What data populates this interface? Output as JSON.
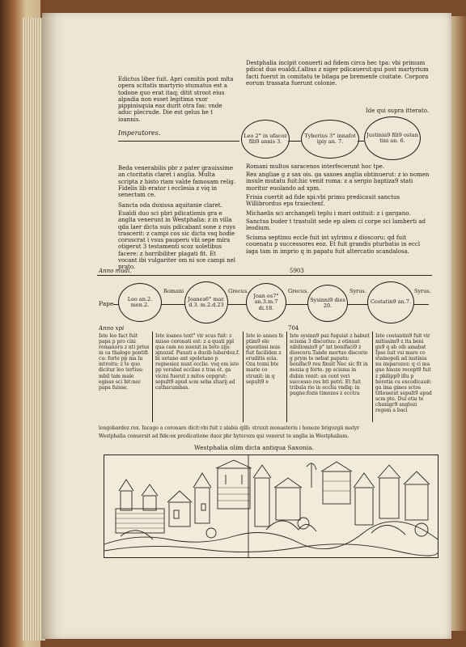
{
  "top_left": {
    "para": "Edictus liber fuit. Apri comitis post mlta opera scitatis martyrio stumatus est a todone quo erat itaq; ditit stroot eius alpadia non esset legitima vxor pippinisquia eaz durit otra fas: vnde aduc plecrude. Die est gelus he t ioannis.",
    "label": "Imperatores."
  },
  "top_right": {
    "para": "Destphalia incipit conuerti ad fidem circa hec tpa: vbi primum pdicat duo eualdi.f.albus z niger pdicauerut:qui post martyrium facti fuerut in comitatu te bilaga pe bremenfe ciuitate. Corpora eorum trassata fuerunt colonie.",
    "note": "Ide qui supra itterato."
  },
  "top_medals": [
    {
      "text": "Leo 2° in ufacoz fili9 annis 3."
    },
    {
      "text": "Tyberius 3° innafot ipiy an. 7."
    },
    {
      "text": "Justinia9 fili9 ostan tini an. 6."
    }
  ],
  "mid_left": {
    "p1": "Beda venerabilis pbr z pater grauissime an ctoritatis claret i anglia. Multa scripta z histo riam valde famosam relig. Fidelis lib erator i ecclesia z viq in senectam ce.",
    "p2": "Sancta oda duxissa aquitanie claret.",
    "p3": "Eualdi duo sci pbri pdicationis gra e anglia venerunt in Westphalia: z in villa qda laer dicta suis pdicabant sone z ruys trascerit: z campi cos sic dicta vsq hodie coruscrat i vsus pauperu vbi sepe mira otigerut 3 testamenti scoz uoletibus facere: z horribiliter plagati fit. Et vocant ibi vulgariter om ni sce campi nel prato."
  },
  "mid_right": {
    "p1": "Romani multos saracenos interfecerunt hoc tpe.",
    "p2": "Rex angliae g z sax ois. ga saxoes anglia obtinuerut: z io nomen insule mutatu fuit:hic venit roma: z a sergio baptiza9 stati moritur euolando ad xpm.",
    "p3": "Frisia cuertit ad fide xpi:vbi primu predicauit sanctus Willibrordus eps traiectenf.",
    "p4": "Michaelis sci archangeli teplu i mari ostituit: z i gargano.",
    "p5": "Sanctus buder t trastulit sede ep alem ci corpe sci lamberti ad leodium.",
    "p6": "Scisma septimu eccle fuit int sylrimu z dioscoru: qd fuit couenatu p successores eoz. Et fuit grandis pturbatio in eccl iaga tam in imprio q in papatu fuit altercatio scandalosa."
  },
  "year_band": {
    "left": "Anno mudi.",
    "year": "5903"
  },
  "pope_label": "Pape",
  "popes": [
    {
      "text": "Leo an.2. men.2."
    },
    {
      "text": "Joanes6° mar. d.3. m.2.d.23"
    },
    {
      "text": "Joan es7° an.3.m.7 di.18."
    },
    {
      "text": "Sysinni9 dies 20."
    },
    {
      "text": "Costatin9 an.7."
    }
  ],
  "pope_between": [
    "Romani",
    "Grecus.",
    "Grecus.",
    "Syrus.",
    "Syrus."
  ],
  "anno_xpi": "Anno xpi",
  "anno_xpi_year": "704",
  "cols": [
    "Iste leo fact fuit papa p pro cini romanoru z nti prius in ca thalogo pontifi cu: forte pp ma lu introitu: z te quo dicitur leo tertius: mbil tam male egisse sci bit:nec papa fuisse.",
    "Iste ioanes text° vir scus fuit: z misso coronati est: z a quati ppl qua cam no nuenit in bsto zijs: ignozaf. Puuati a ducib lubardoz.f. bi uetano aut spoletano p regnesioz nunt ecclie. vsq em isto pp verabat ecclias z tras et. ga vicini fuerut z mitos cepgrut: sepult9 apud scm seba stiarij ad cathacumbas.",
    "Iste io annes fe ptim9 elo quentissi mus fuit faciliden z eruditis scia. Oza tozni bte marie co struxit: in q sepult9 e",
    "Iste sysinn9 paz fuguiat z habuit scisma 3 discorius: z otinuat nibiliomin9 p° int bonifaci9 z dioscoru.Tande mortuo discorio g prym te nebat papatu: bonifac9 reu finuit Nec sic fit in mozia g forte. pp scisma in dubin venit: an cent veri successo res bti petri. Et fuit tribula rio in ecclia vndiq: in pugne:fozis timozes z ecctra",
    "Iste costantin9 fuit vir mitissim9 z ita beni gn9 q ab oib amabat Ipse iuit vsi mare co stainopoli ad iustinia nu imparozez: q ci ma gno hnoze recept9 fuit z philipp9 illu p heretia cu excodicauit: ga ima gines sctos titleuerat sepult9 apud scm pte. Dui etia te chunigr9 anglozi regem a baci"
  ],
  "bottom_lines": [
    "longobardoz rex. Incago a coronare dicit:vbi fuit z alabis qilli: struxit monasteriu i honoze brigozgii matyr",
    "Westphalia conuersit ad fide:ex predicatione duoz pbr hyterozu qui venerut te anglia in Westphaliam."
  ],
  "woodcut_title": "Westphalia olim dicta antiqua Saxonia."
}
